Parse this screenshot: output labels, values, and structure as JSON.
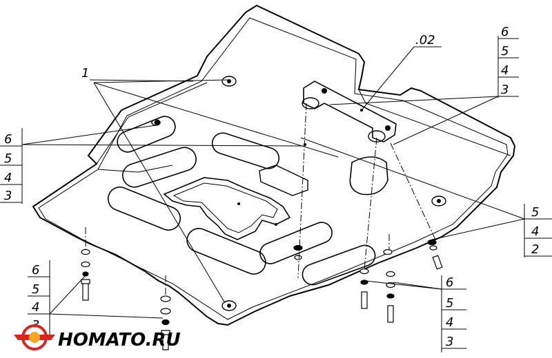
{
  "drawing": {
    "callout_1": "1",
    "callout_02": ".02",
    "stack_top_right": [
      "6",
      "5",
      "4",
      "3"
    ],
    "stack_left": [
      "6",
      "5",
      "4",
      "3"
    ],
    "stack_right_mid": [
      "5",
      "4",
      "2"
    ],
    "stack_bottom_left": [
      "6",
      "5",
      "4",
      "3"
    ],
    "stack_bottom_right": [
      "6",
      "5",
      "4",
      "3"
    ]
  },
  "logo": {
    "text": "HOMATO.RU",
    "colors": {
      "primary": "#d9261c",
      "accent": "#f5a623",
      "text": "#000000"
    }
  },
  "colors": {
    "line": "#000000",
    "background": "#ffffff"
  }
}
